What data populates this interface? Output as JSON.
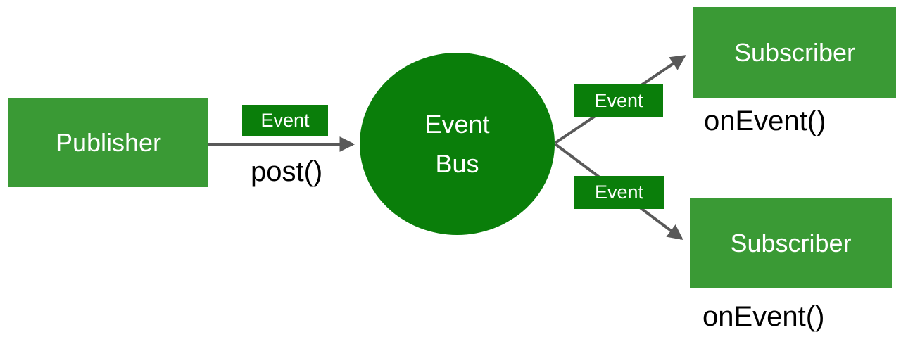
{
  "colors": {
    "node_green": "#3A9A35",
    "dark_green": "#0A7E0A",
    "arrow_gray": "#595959",
    "text_light": "#FFFFFF",
    "text_dark": "#000000"
  },
  "publisher": {
    "label": "Publisher",
    "method": "post()"
  },
  "event_bus": {
    "label_line1": "Event",
    "label_line2": "Bus"
  },
  "badges": [
    {
      "label": "Event"
    },
    {
      "label": "Event"
    },
    {
      "label": "Event"
    }
  ],
  "subscribers": [
    {
      "label": "Subscriber",
      "method": "onEvent()"
    },
    {
      "label": "Subscriber",
      "method": "onEvent()"
    }
  ]
}
